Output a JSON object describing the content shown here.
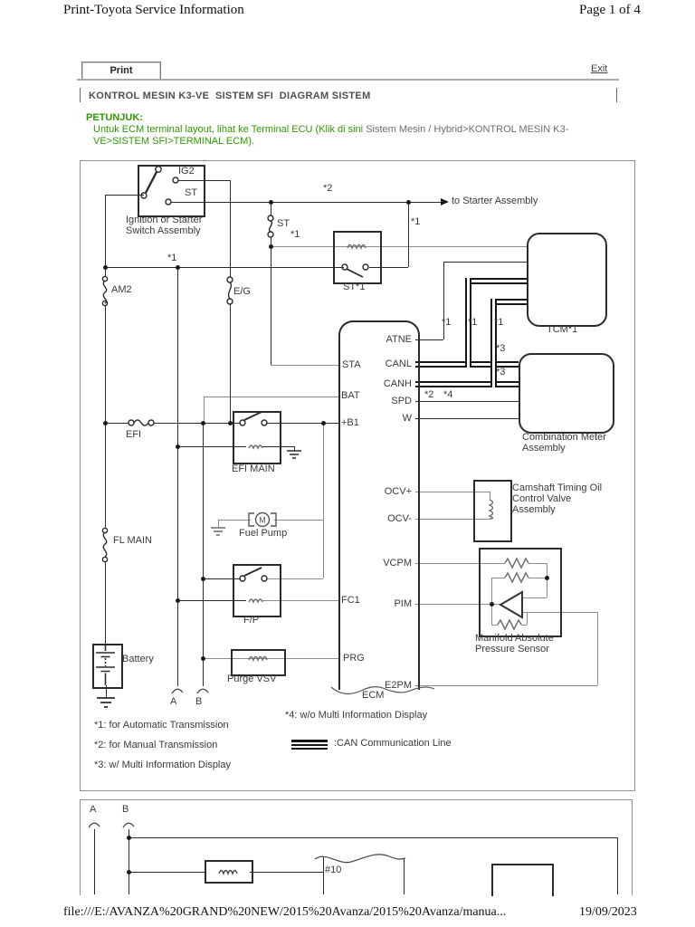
{
  "header": {
    "title": "Print-Toyota Service Information",
    "page": "Page 1 of 4"
  },
  "toolbar": {
    "print": "Print",
    "exit": "Exit"
  },
  "doc": {
    "title": "KONTROL MESIN K3-VE  SISTEM SFI  DIAGRAM SISTEM"
  },
  "note": {
    "label": "PETUNJUK:",
    "green1": "Untuk ECM terminal layout, lihat ke Terminal ECU (Klik di sini ",
    "gray": "Sistem Mesin / Hybrid>KONTROL MESIN K3-",
    "green2": "VE>SISTEM SFI>TERMINAL ECM)."
  },
  "diagram": {
    "ignition": {
      "ig2": "IG2",
      "st": "ST",
      "label1": "Ignition or Starter",
      "label2": "Switch Assembly"
    },
    "fuses": {
      "am2": "AM2",
      "eg": "E/G",
      "st": "ST",
      "efi": "EFI",
      "flmain": "FL MAIN"
    },
    "relays": {
      "st1": "ST*1",
      "efimain": "EFI MAIN",
      "fp": "F/P"
    },
    "starter_arrow": "to Starter Assembly",
    "stars": {
      "s1": "*1",
      "s2": "*2",
      "s3": "*3",
      "s4": "*4"
    },
    "ecm": {
      "label": "ECM",
      "terminals": {
        "atne": "ATNE",
        "sta": "STA",
        "canl": "CANL",
        "bat": "BAT",
        "canh": "CANH",
        "spd": "SPD",
        "b1": "+B1",
        "w": "W",
        "ocvp": "OCV+",
        "ocvm": "OCV-",
        "vcpm": "VCPM",
        "fc1": "FC1",
        "pim": "PIM",
        "prg": "PRG",
        "e2pm": "E2PM"
      }
    },
    "tcm": "TCM*1",
    "meter1": "Combination Meter",
    "meter2": "Assembly",
    "fuelpump": "Fuel Pump",
    "battery": "Battery",
    "purge": "Purge VSV",
    "camshaft1": "Camshaft Timing Oil",
    "camshaft2": "Control Valve",
    "camshaft3": "Assembly",
    "map1": "Manifold Absolute",
    "map2": "Pressure Sensor",
    "connA": "A",
    "connB": "B",
    "injector": "#10",
    "notes": {
      "n1": "*1: for Automatic Transmission",
      "n2": "*2: for Manual Transmission",
      "n3": "*3: w/ Multi Information Display",
      "n4": "*4: w/o Multi Information Display",
      "can": ":CAN Communication Line"
    }
  },
  "footer": {
    "path": "file:///E:/AVANZA%20GRAND%20NEW/2015%20Avanza/2015%20Avanza/manua...",
    "date": "19/09/2023"
  }
}
